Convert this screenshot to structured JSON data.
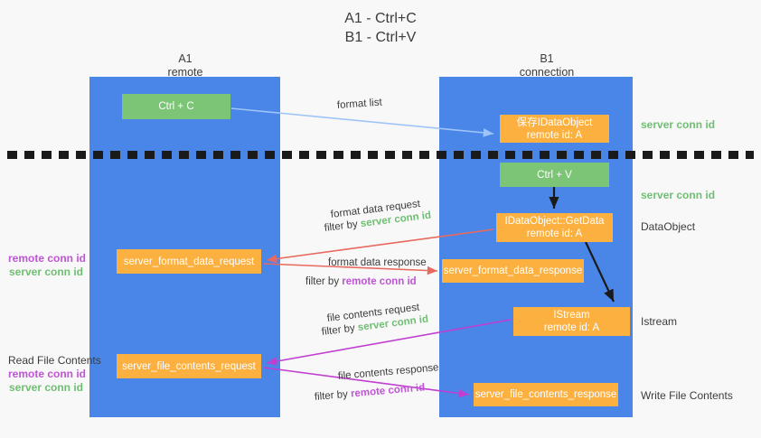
{
  "title": {
    "line1": "A1 - Ctrl+C",
    "line2": "B1 - Ctrl+V"
  },
  "columns": [
    {
      "id": "a1",
      "name": "A1",
      "subtitle": "remote"
    },
    {
      "id": "b1",
      "name": "B1",
      "subtitle": "connection"
    }
  ],
  "boxes": {
    "ctrl_c": {
      "label": "Ctrl + C",
      "color": "#7cc576"
    },
    "save_idataobject": {
      "line1": "保存IDataObject",
      "line2": "remote id: A",
      "color": "#fbb040"
    },
    "ctrl_v": {
      "label": "Ctrl + V",
      "color": "#7cc576"
    },
    "getdata": {
      "line1": "IDataObject::GetData",
      "line2": "remote id: A",
      "color": "#fbb040"
    },
    "format_data_request": {
      "label": "server_format_data_request",
      "color": "#fbb040"
    },
    "format_data_response": {
      "label": "server_format_data_response",
      "color": "#fbb040"
    },
    "istream": {
      "line1": "IStream",
      "line2": "remote id: A",
      "color": "#fbb040"
    },
    "file_contents_request": {
      "label": "server_file_contents_request",
      "color": "#fbb040"
    },
    "file_contents_response": {
      "label": "server_file_contents_response",
      "color": "#fbb040"
    }
  },
  "edge_labels": {
    "format_list": "format list",
    "format_data_request": "format data request",
    "format_data_request_filter_prefix": "filter by ",
    "format_data_request_filter_value": "server conn id",
    "format_data_response": "format data response",
    "format_data_response_filter_prefix": "filter by ",
    "format_data_response_filter_value": "remote conn id",
    "file_contents_request": "file contents request",
    "file_contents_request_filter_prefix": "filter by ",
    "file_contents_request_filter_value": "server conn id",
    "file_contents_response": "file contents response",
    "file_contents_response_filter_prefix": "filter by ",
    "file_contents_response_filter_value": "remote conn id"
  },
  "annotations": {
    "right": [
      {
        "id": "server-conn-id-1",
        "text": "server conn id",
        "style": "green"
      },
      {
        "id": "server-conn-id-2",
        "text": "server conn id",
        "style": "green"
      },
      {
        "id": "dataobject",
        "text": "DataObject",
        "style": "plain"
      },
      {
        "id": "istream",
        "text": "Istream",
        "style": "plain"
      },
      {
        "id": "write-file-contents",
        "text": "Write File Contents",
        "style": "plain"
      }
    ],
    "left": {
      "group1": {
        "remote": "remote conn id",
        "server": "server conn id"
      },
      "group2": {
        "heading": "Read File Contents",
        "remote": "remote conn id",
        "server": "server conn id"
      }
    }
  },
  "colors": {
    "lane": "#4a86e8",
    "green_box": "#7cc576",
    "orange_box": "#fbb040",
    "green_text": "#6fbf73",
    "magenta_text": "#c054d6",
    "arrow_red": "#e8695f",
    "arrow_magenta": "#c03fd0",
    "arrow_lightblue": "#9fc5f8",
    "arrow_black": "#1a1a1a",
    "background": "#f8f8f8"
  }
}
